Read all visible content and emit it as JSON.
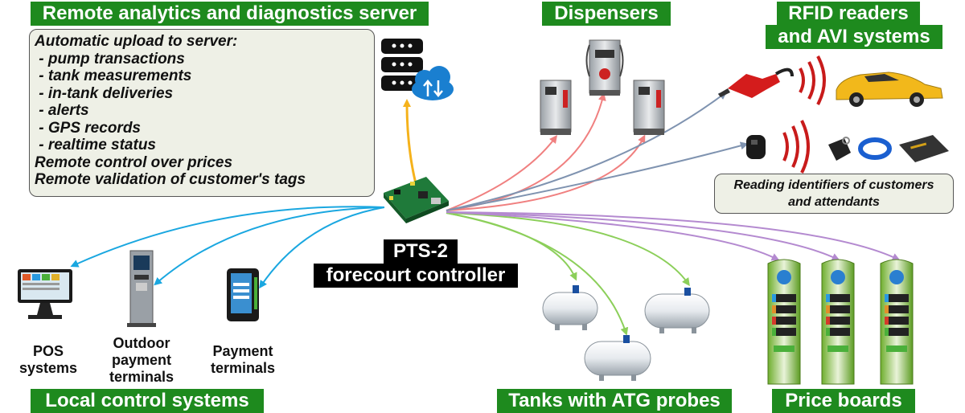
{
  "titles": {
    "remote_server": "Remote analytics and diagnostics server",
    "dispensers": "Dispensers",
    "rfid_line1": "RFID readers",
    "rfid_line2": "and AVI systems",
    "local_control": "Local control systems",
    "tanks": "Tanks with ATG probes",
    "price_boards": "Price boards"
  },
  "server_box": {
    "heading": "Automatic upload to server:",
    "items": [
      " - pump transactions",
      " - tank measurements",
      " - in-tank deliveries",
      " - alerts",
      " - GPS records",
      " - realtime status"
    ],
    "footer_1": "Remote control over prices",
    "footer_2": "Remote validation of customer's tags"
  },
  "rfid_box": {
    "line1": "Reading identifiers of customers",
    "line2": "and attendants"
  },
  "controller": {
    "line1": "PTS-2",
    "line2": "forecourt  controller"
  },
  "local_labels": {
    "pos_1": "POS",
    "pos_2": "systems",
    "outdoor_1": "Outdoor",
    "outdoor_2": "payment",
    "outdoor_3": "terminals",
    "pay_1": "Payment",
    "pay_2": "terminals"
  },
  "colors": {
    "title_green": "#1e8a1e",
    "link_server": "#f5b21b",
    "link_dispensers": "#f08080",
    "link_rfid": "#7f93b0",
    "link_local": "#1aa7e0",
    "link_tanks": "#8ccf5a",
    "link_price": "#b48ad0"
  },
  "icons": [
    "bar-chart-icon",
    "pie-chart-icon",
    "database-server-icon",
    "cloud-sync-icon",
    "controller-board-icon",
    "fuel-dispenser-icon",
    "fuel-nozzle-icon",
    "car-icon",
    "rfid-reader-icon",
    "key-fob-icon",
    "wristband-icon",
    "card-icon",
    "pos-terminal-icon",
    "kiosk-icon",
    "payment-terminal-icon",
    "fuel-tank-icon",
    "price-board-icon"
  ]
}
